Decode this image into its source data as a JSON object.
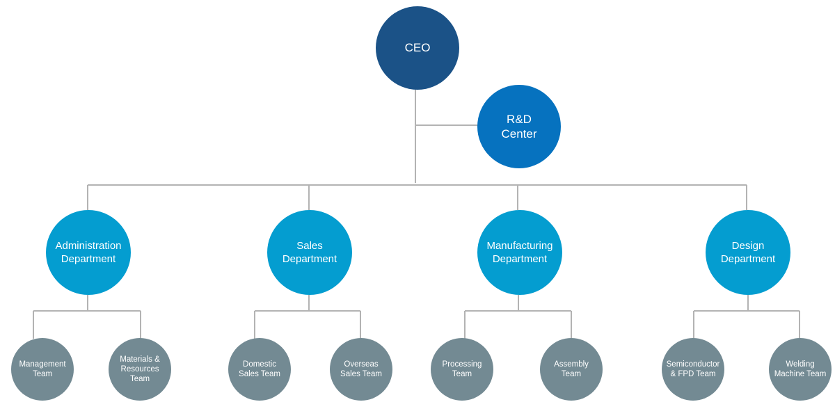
{
  "org": {
    "ceo": "CEO",
    "rd": "R&D\nCenter",
    "departments": [
      {
        "label": "Administration\nDepartment",
        "teams": [
          "Management\nTeam",
          "Materials &\nResources\nTeam"
        ]
      },
      {
        "label": "Sales\nDepartment",
        "teams": [
          "Domestic\nSales Team",
          "Overseas\nSales Team"
        ]
      },
      {
        "label": "Manufacturing\nDepartment",
        "teams": [
          "Processing\nTeam",
          "Assembly\nTeam"
        ]
      },
      {
        "label": "Design\nDepartment",
        "teams": [
          "Semiconductor\n& FPD Team",
          "Welding\nMachine Team"
        ]
      }
    ]
  },
  "colors": {
    "ceo": "#1b5287",
    "rd_center": "#0672bf",
    "department": "#049dd0",
    "team": "#738a93",
    "connector": "#b3b3b3"
  }
}
